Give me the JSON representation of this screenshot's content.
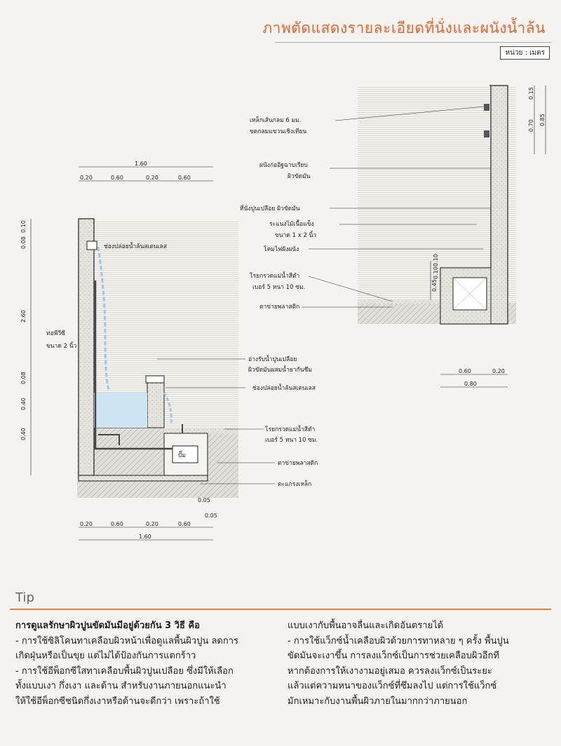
{
  "title": "ภาพตัดแสดงรายละเอียดที่นั่งและผนังน้ำล้น",
  "unit_label": "หน่วย : เมตร",
  "left_drawing": {
    "top_dims": {
      "total": "1.60",
      "segments": [
        "0.20",
        "0.60",
        "0.20",
        "0.60"
      ]
    },
    "bottom_dims": {
      "total": "1.60",
      "segments": [
        "0.20",
        "0.60",
        "0.20",
        "0.60"
      ]
    },
    "small_dims": [
      "0.05",
      "0.05"
    ],
    "labels": {
      "outlet_top": "ช่องปล่อยน้ำล้นสเตนเลส",
      "pipe": "ท่อพีวีซี",
      "pipe_size": "ขนาด 2 นิ้ว",
      "basin_1": "อ่างรับน้ำปูนเปลือย",
      "basin_2": "ผิวขัดมันผสมน้ำยากันซึม",
      "outlet_bottom": "ช่องปล่อยน้ำล้นสเตนเลส",
      "gravel_1": "โรยกรวดแม่น้ำสีดำ",
      "gravel_2": "เบอร์ 5  หนา 10 ซม.",
      "net": "ตาข่ายพลาสติก",
      "grate": "ตะแกรงเหล็ก",
      "pump": "ปั๊ม"
    },
    "side_dims": [
      "0.10",
      "0.08",
      "2.60",
      "0.08",
      "0.40",
      "0.40"
    ]
  },
  "right_drawing": {
    "labels": {
      "steel_1": "เหล็กเส้นกลม 6 มม.",
      "steel_2": "ขดกลมแขวนเชิงเทียน",
      "wall_1": "ผนังก่ออิฐฉาบเรียบ",
      "wall_2": "ผิวขัดมัน",
      "seat": "ที่นั่งปูนเปลือย  ผิวขัดมัน",
      "slat_1": "ระแนงไม้เนื้อแข็ง",
      "slat_2": "ขนาด  1 x 2  นิ้ว",
      "lamp": "โคมไฟฝังผนัง",
      "gravel_1": "โรยกรวดแม่น้ำสีดำ",
      "gravel_2": "เบอร์ 5  หนา 10 ซม.",
      "net": "ตาข่ายพลาสติก"
    },
    "right_dims": [
      "0.15",
      "0.85",
      "0.70"
    ],
    "seat_dims": [
      "0.10",
      "0.10",
      "0.45"
    ],
    "bottom_dims": {
      "a": "0.60",
      "b": "0.20",
      "total": "0.80"
    }
  },
  "tip": {
    "heading": "Tip",
    "col1_head": "การดูแลรักษาผิวปูนขัดมันมีอยู่ด้วยกัน 3 วิธี  คือ",
    "col1_lines": [
      "- การใช้ซิลิโคนทาเคลือบผิวหน้าเพื่อดูแลพื้นผิวปูน  ลดการ",
      "เกิดฝุ่นหรือเป็นขุย  แต่ไม่ได้ป้องกันการแตกร้าว",
      "- การใช้อีพ็อกซีใสทาเคลือบพื้นผิวปูนเปลือย  ซึ่งมีให้เลือก",
      "ทั้งแบบเงา  กึ่งเงา  และด้าน  สำหรับงานภายนอกแนะนำ",
      "ให้ใช้อีพ็อกซีชนิดกึ่งเงาหรือด้านจะดีกว่า  เพราะถ้าใช้"
    ],
    "col2_lines": [
      "แบบเงากับพื้นอาจลื่นและเกิดอันตรายได้",
      "- การใช้แว็กซ์น้ำเคลือบผิวด้วยการทาหลาย ๆ ครั้ง  พื้นปูน",
      "ขัดมันจะเงาขึ้น  การลงแว็กซ์เป็นการช่วยเคลือบผิวอีกที",
      "หากต้องการให้เงางามอยู่เสมอ  ควรลงแว็กซ์เป็นระยะ",
      "แล้วแต่ความหนาของแว็กซ์ที่ซึมลงไป  แต่การใช้แว็กซ์",
      "มักเหมาะกับงานพื้นผิวภายในมากกว่าภายนอก"
    ]
  },
  "colors": {
    "accent": "#e8622a",
    "water": "#9cc8e6",
    "tip_rule": "#f07c3a"
  }
}
